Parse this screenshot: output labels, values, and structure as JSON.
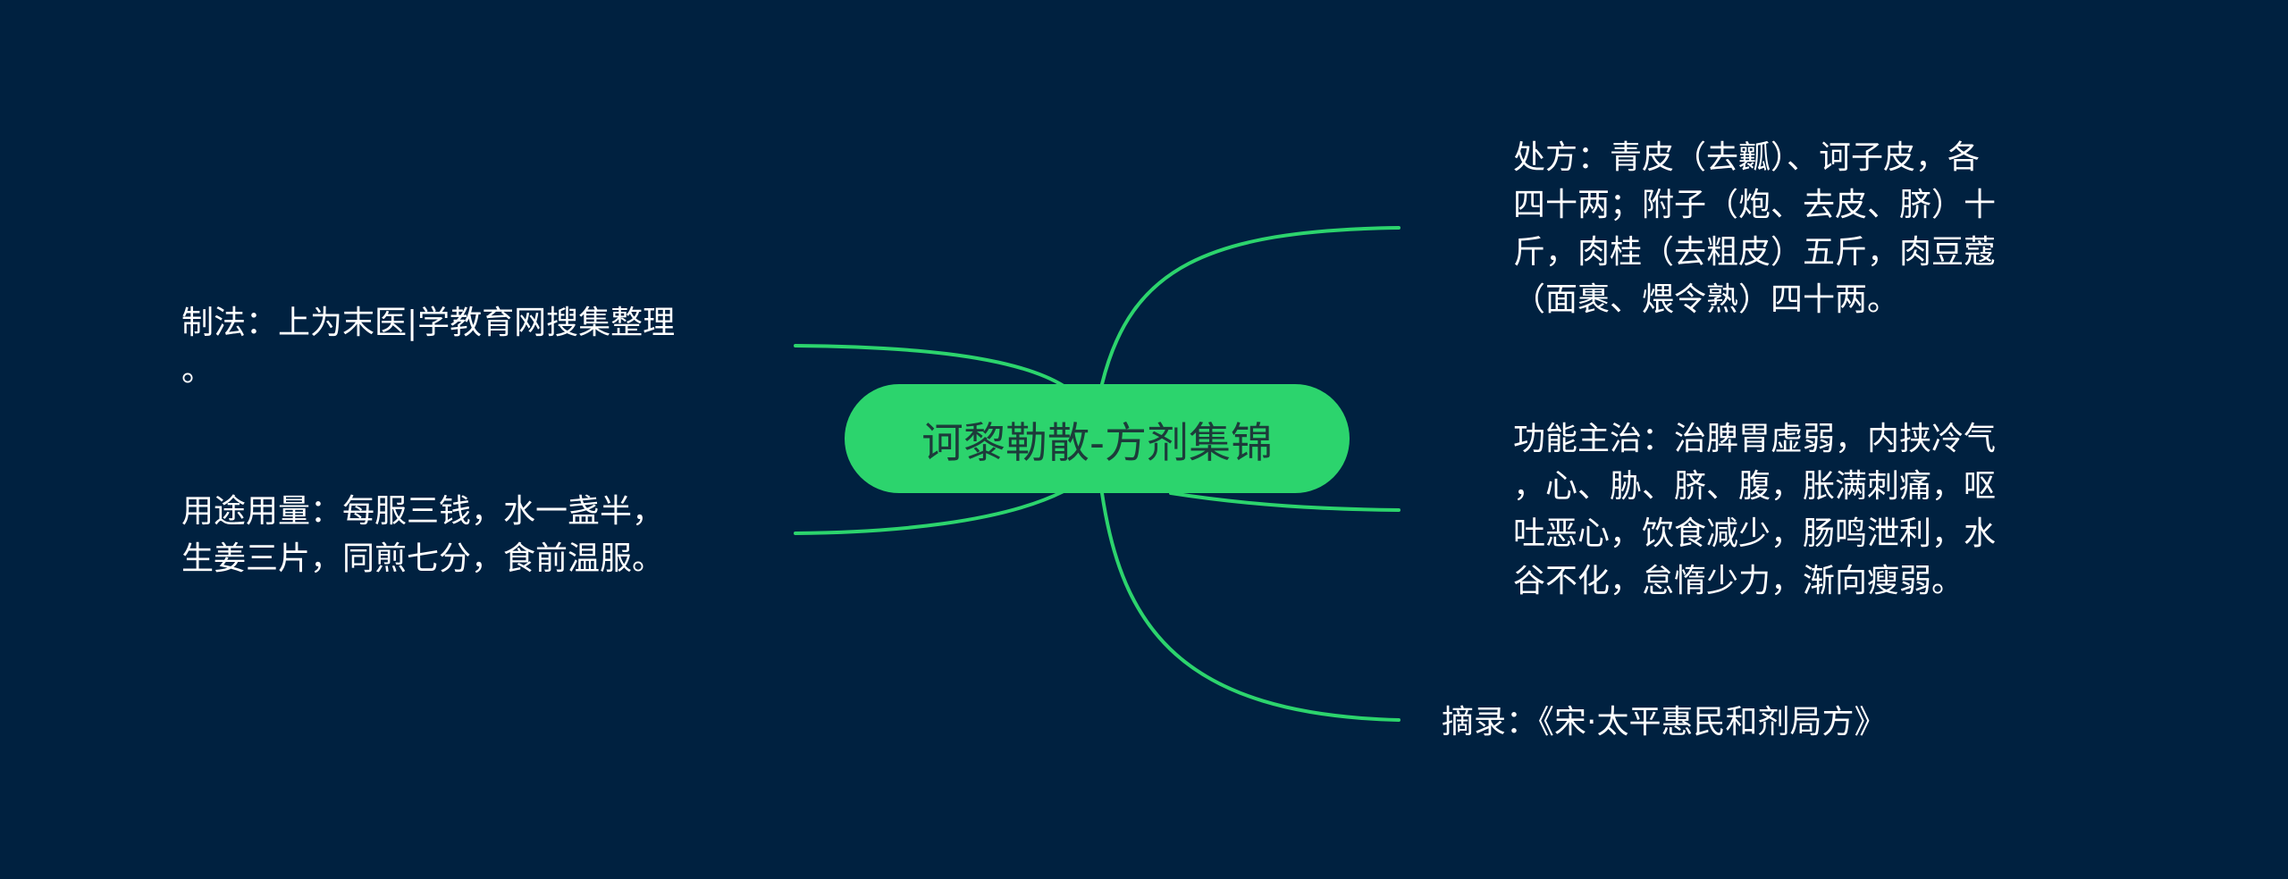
{
  "center": {
    "title": "诃黎勒散-方剂集锦"
  },
  "colors": {
    "background": "#002140",
    "center_fill": "#2cd46d",
    "center_text": "#1d3b3a",
    "connector": "#2cd46d",
    "leaf_text": "#ffffff"
  },
  "branches": {
    "zhifa": {
      "lines": [
        "制法：上为末医|学教育网搜集整理",
        "。"
      ]
    },
    "yongtu": {
      "lines": [
        "用途用量：每服三钱，水一盏半，",
        "生姜三片，同煎七分，食前温服。"
      ]
    },
    "chufang": {
      "lines": [
        "处方：青皮（去瓤）、诃子皮，各",
        "四十两；附子（炮、去皮、脐）十",
        "斤，肉桂（去粗皮）五斤，肉豆蔻",
        "（面裹、煨令熟）四十两。"
      ]
    },
    "gongneng": {
      "lines": [
        "功能主治：治脾胃虚弱，内挟冷气",
        "，心、胁、脐、腹，胀满刺痛，呕",
        "吐恶心，饮食减少，肠鸣泄利，水",
        "谷不化，怠惰少力，渐向瘦弱。"
      ]
    },
    "zhailu": {
      "lines": [
        "摘录：《宋·太平惠民和剂局方》"
      ]
    }
  }
}
